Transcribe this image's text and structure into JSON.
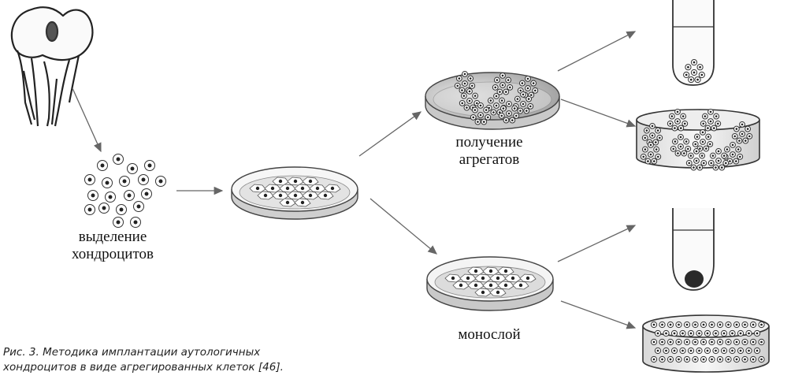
{
  "labels": {
    "isolation_line1": "выделение",
    "isolation_line2": "хондроцитов",
    "aggregates_line1": "получение",
    "aggregates_line2": "агрегатов",
    "monolayer": "монослой"
  },
  "caption": {
    "line1": "Рис. 3. Методика имплантации аутологичных",
    "line2": "хондроцитов в виде агрегированных клеток [46]."
  },
  "colors": {
    "line": "#555555",
    "arrow": "#666666",
    "dish_fill": "#f4f4f4",
    "dish_shade": "#bdbdbd",
    "pellet": "#2a2a2a"
  }
}
